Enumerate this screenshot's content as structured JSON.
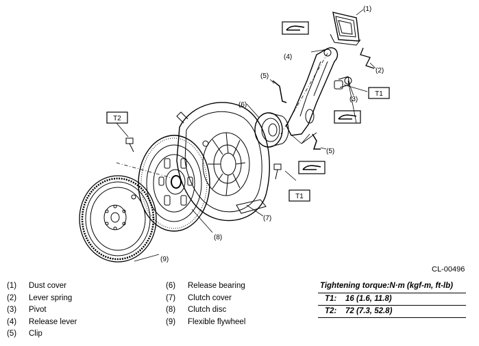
{
  "figure_code": "CL-00496",
  "callouts": {
    "c1": "(1)",
    "c2": "(2)",
    "c3": "(3)",
    "c4": "(4)",
    "c5a": "(5)",
    "c5b": "(5)",
    "c6": "(6)",
    "c7": "(7)",
    "c8": "(8)",
    "c9": "(9)"
  },
  "torque_boxes": {
    "t1a": "T1",
    "t1b": "T1",
    "t2": "T2"
  },
  "legend": [
    {
      "num": "(1)",
      "label": "Dust cover"
    },
    {
      "num": "(2)",
      "label": "Lever spring"
    },
    {
      "num": "(3)",
      "label": "Pivot"
    },
    {
      "num": "(4)",
      "label": "Release lever"
    },
    {
      "num": "(5)",
      "label": "Clip"
    },
    {
      "num": "(6)",
      "label": "Release bearing"
    },
    {
      "num": "(7)",
      "label": "Clutch cover"
    },
    {
      "num": "(8)",
      "label": "Clutch disc"
    },
    {
      "num": "(9)",
      "label": "Flexible flywheel"
    }
  ],
  "torque": {
    "title": "Tightening torque:N·m (kgf-m, ft-lb)",
    "rows": [
      {
        "key": "T1:",
        "value": "16 (1.6, 11.8)"
      },
      {
        "key": "T2:",
        "value": "72 (7.3, 52.8)"
      }
    ]
  }
}
